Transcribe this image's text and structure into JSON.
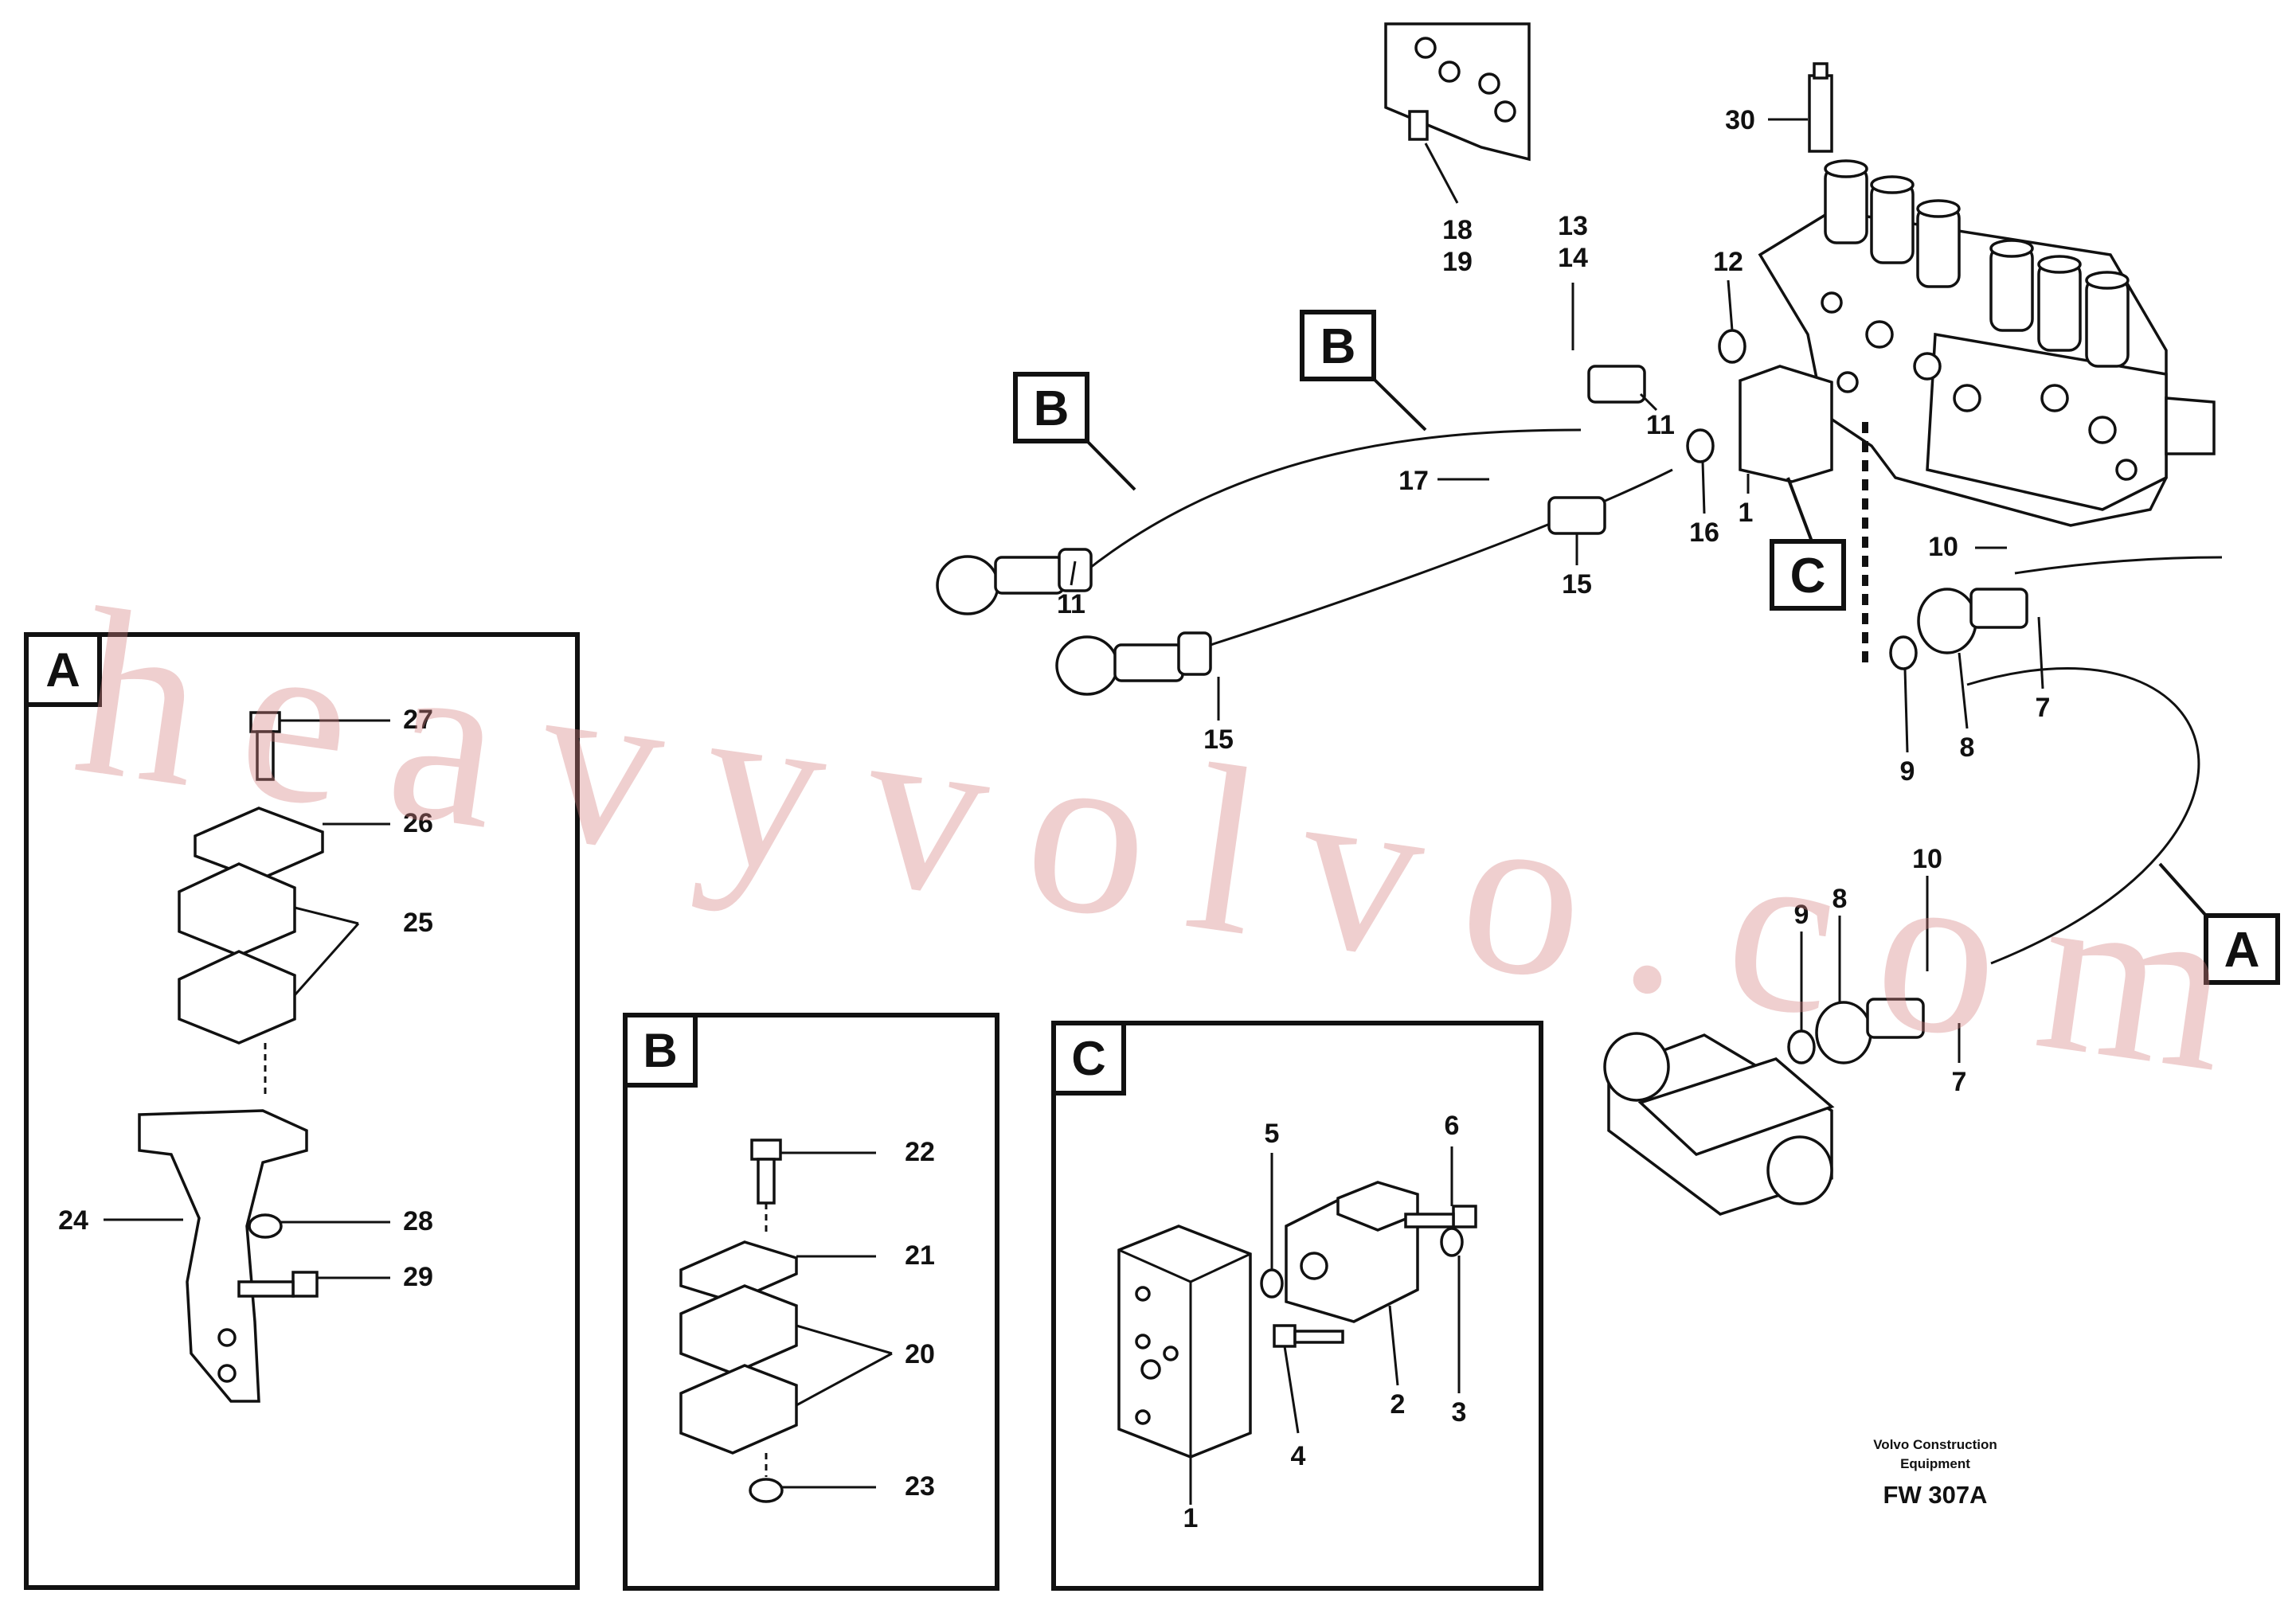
{
  "watermark": "heavyvolvo.com",
  "credit": {
    "line1": "Volvo Construction",
    "line2": "Equipment"
  },
  "drawing_code": "FW 307A",
  "callouts": {
    "A": "A",
    "B": "B",
    "C": "C",
    "p1": "1",
    "p2": "2",
    "p3": "3",
    "p4": "4",
    "p5": "5",
    "p6": "6",
    "p7": "7",
    "p8": "8",
    "p9": "9",
    "p10": "10",
    "p11": "11",
    "p12": "12",
    "p13": "13",
    "p14": "14",
    "p15": "15",
    "p16": "16",
    "p17": "17",
    "p18": "18",
    "p19": "19",
    "p20": "20",
    "p21": "21",
    "p22": "22",
    "p23": "23",
    "p24": "24",
    "p25": "25",
    "p26": "26",
    "p27": "27",
    "p28": "28",
    "p29": "29",
    "p30": "30"
  }
}
